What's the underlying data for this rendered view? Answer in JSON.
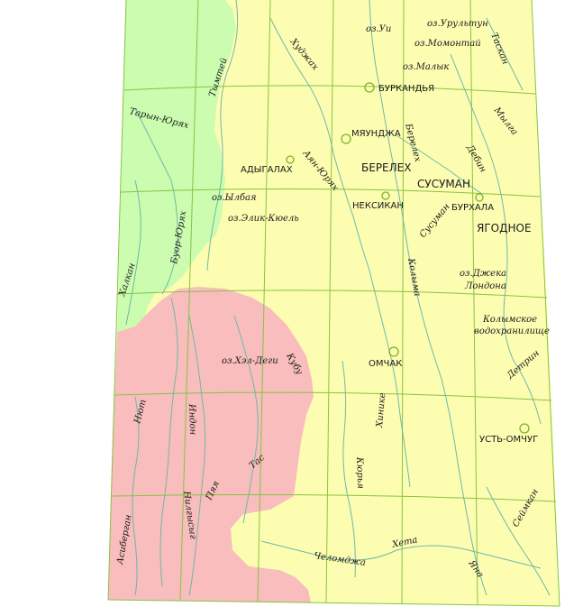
{
  "colors": {
    "yellow_region": "#fdfdb2",
    "green_region": "#ccfcb0",
    "pink_region": "#f9bdbd",
    "grid": "#86c440",
    "river": "#6fb8a8",
    "town_marker": "#7fb02a"
  },
  "settlements": {
    "burkandya": "БУРКАНДЬЯ",
    "myaundzha": "МЯУНДЖА",
    "adygalakh": "АДЫГАЛАХ",
    "berelekh": "БЕРЕЛЕХ",
    "susuman": "СУСУМАН",
    "neksikan": "НЕКСИКАН",
    "burkhala": "БУРХАЛА",
    "yagodnoe": "ЯГОДНОЕ",
    "omchak": "ОМЧАК",
    "ust_omchug": "УСТЬ-ОМЧУГ"
  },
  "lakes": {
    "ui": "оз.Уи",
    "urultun": "оз.Урультун",
    "momontai": "оз.Момонтай",
    "malyk": "оз.Малык",
    "ylbaya": "оз.Ылбая",
    "elik_kyuel": "оз.Элик-Кюель",
    "dzheka_londona": "оз.Джека",
    "dzheka_londona_2": "Лондона",
    "khel_degi": "оз.Хэл-Деги",
    "kolyma_reservoir_1": "Колымское",
    "kolyma_reservoir_2": "водохранилище"
  },
  "rivers": {
    "khudzhakh": "Худжах",
    "taskan": "Таскан",
    "tymtei": "Тымтей",
    "taryn_yuryakh": "Тарын-Юрях",
    "myllga": "Мылга",
    "berelekh_river": "Берелех",
    "debin": "Дебин",
    "ayan_yuryakh": "Аян-Юрях",
    "susuman_river": "Сусуман",
    "buor_yuryakh": "Буор-Юрях",
    "khakan": "Халкан",
    "kolyma": "Колыма",
    "kuby": "Кубу",
    "detrin": "Детрин",
    "nyut": "Нют",
    "indon": "Индон",
    "khinike": "Хиникe",
    "tas": "Тас",
    "kurya": "Кюрья",
    "pya": "Пяя",
    "ust_kulugen": "Нилгысыг",
    "asibergan": "Асиберган",
    "seimkan": "Сеймкан",
    "khetа": "Хета",
    "chelomdzha": "Челомджа",
    "yana": "Яна"
  }
}
